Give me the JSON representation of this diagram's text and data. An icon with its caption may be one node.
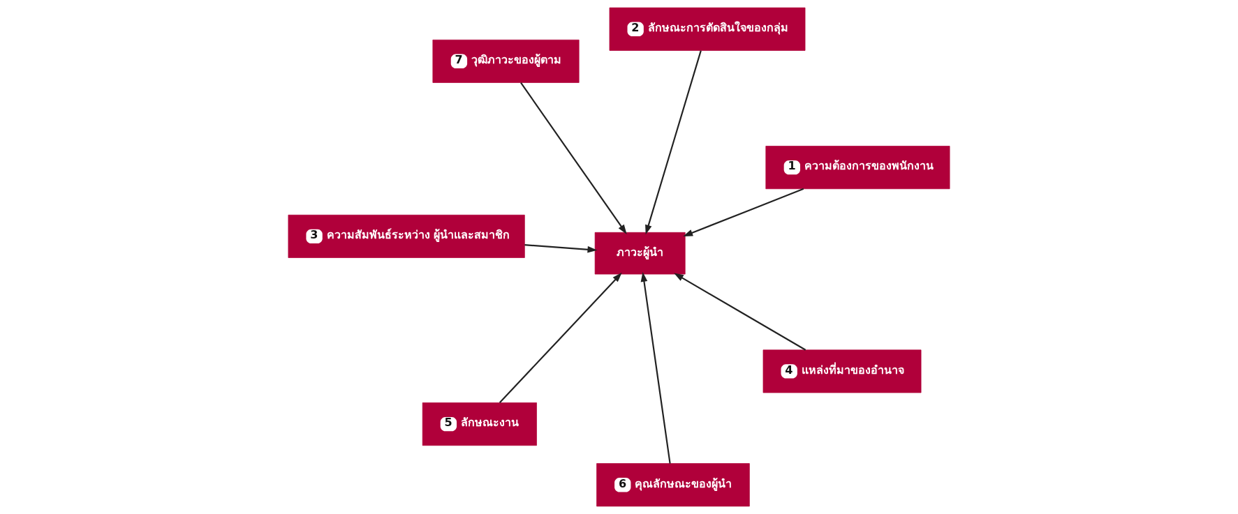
{
  "diagram": {
    "nodes": [
      {
        "text": [
          "7",
          "วุฒิภาวะของผู้ตาม"
        ]
      },
      {
        "text": [
          "1",
          "ความต้องการของพนักงาน"
        ]
      },
      {
        "text": [
          "6",
          "คุณลักษณะของผู้นำ"
        ]
      },
      {
        "text": [
          "ภาวะผู้นำ"
        ]
      },
      {
        "text": [
          "2",
          "ลักษณะการตัดสินใจของกลุ่ม"
        ]
      },
      {
        "text": [
          "3",
          "ความสัมพันธ์ระหว่าง ผู้นำและสมาชิก"
        ]
      },
      {
        "text": [
          "5",
          "ลักษณะงาน"
        ]
      },
      {
        "text": [
          "4",
          "แหล่งที่มาของอำนาจ"
        ]
      }
    ],
    "edges": [
      {
        "from": 0,
        "to": 3,
        "arrow": "to"
      },
      {
        "from": 1,
        "to": 3,
        "arrow": "to"
      },
      {
        "from": 2,
        "to": 3,
        "arrow": "to"
      },
      {
        "from": 4,
        "to": 3,
        "arrow": "to"
      },
      {
        "from": 5,
        "to": 3,
        "arrow": "to"
      },
      {
        "from": 6,
        "to": 3,
        "arrow": "to"
      },
      {
        "from": 7,
        "to": 3,
        "arrow": "to"
      }
    ]
  }
}
